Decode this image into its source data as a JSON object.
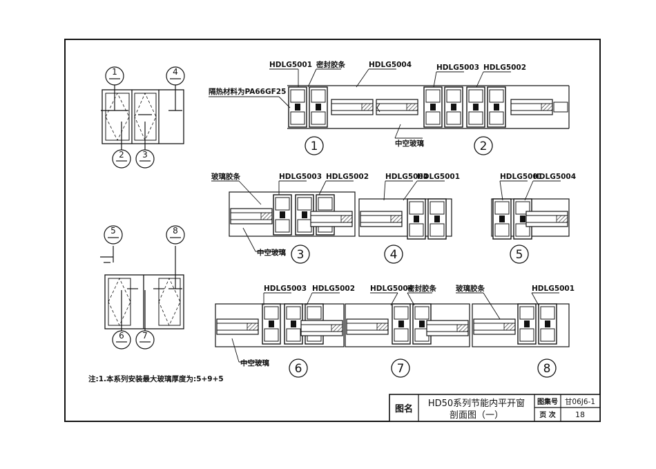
{
  "callouts": {
    "c1": "1",
    "c2": "2",
    "c3": "3",
    "c4": "4",
    "c5": "5",
    "c6": "6",
    "c7": "7",
    "c8": "8"
  },
  "labels": {
    "hdlg5001": "HDLG5001",
    "hdlg5002": "HDLG5002",
    "hdlg5003": "HDLG5003",
    "hdlg5004": "HDLG5004",
    "sealing_strip": "密封胶条",
    "glass_strip": "玻璃胶条",
    "hollow_glass": "中空玻璃",
    "insulation_material": "隔热材料为PA66GF25"
  },
  "note": "注:1.本系列安装最大玻璃厚度为:5+9+5",
  "title_block": {
    "name_label": "图名",
    "title_line1": "HD50系列节能内平开窗",
    "title_line2": "剖面图（一）",
    "atlas_label": "图集号",
    "atlas_no": "甘06J6-1",
    "page_label": "页  次",
    "page_no": "18"
  }
}
